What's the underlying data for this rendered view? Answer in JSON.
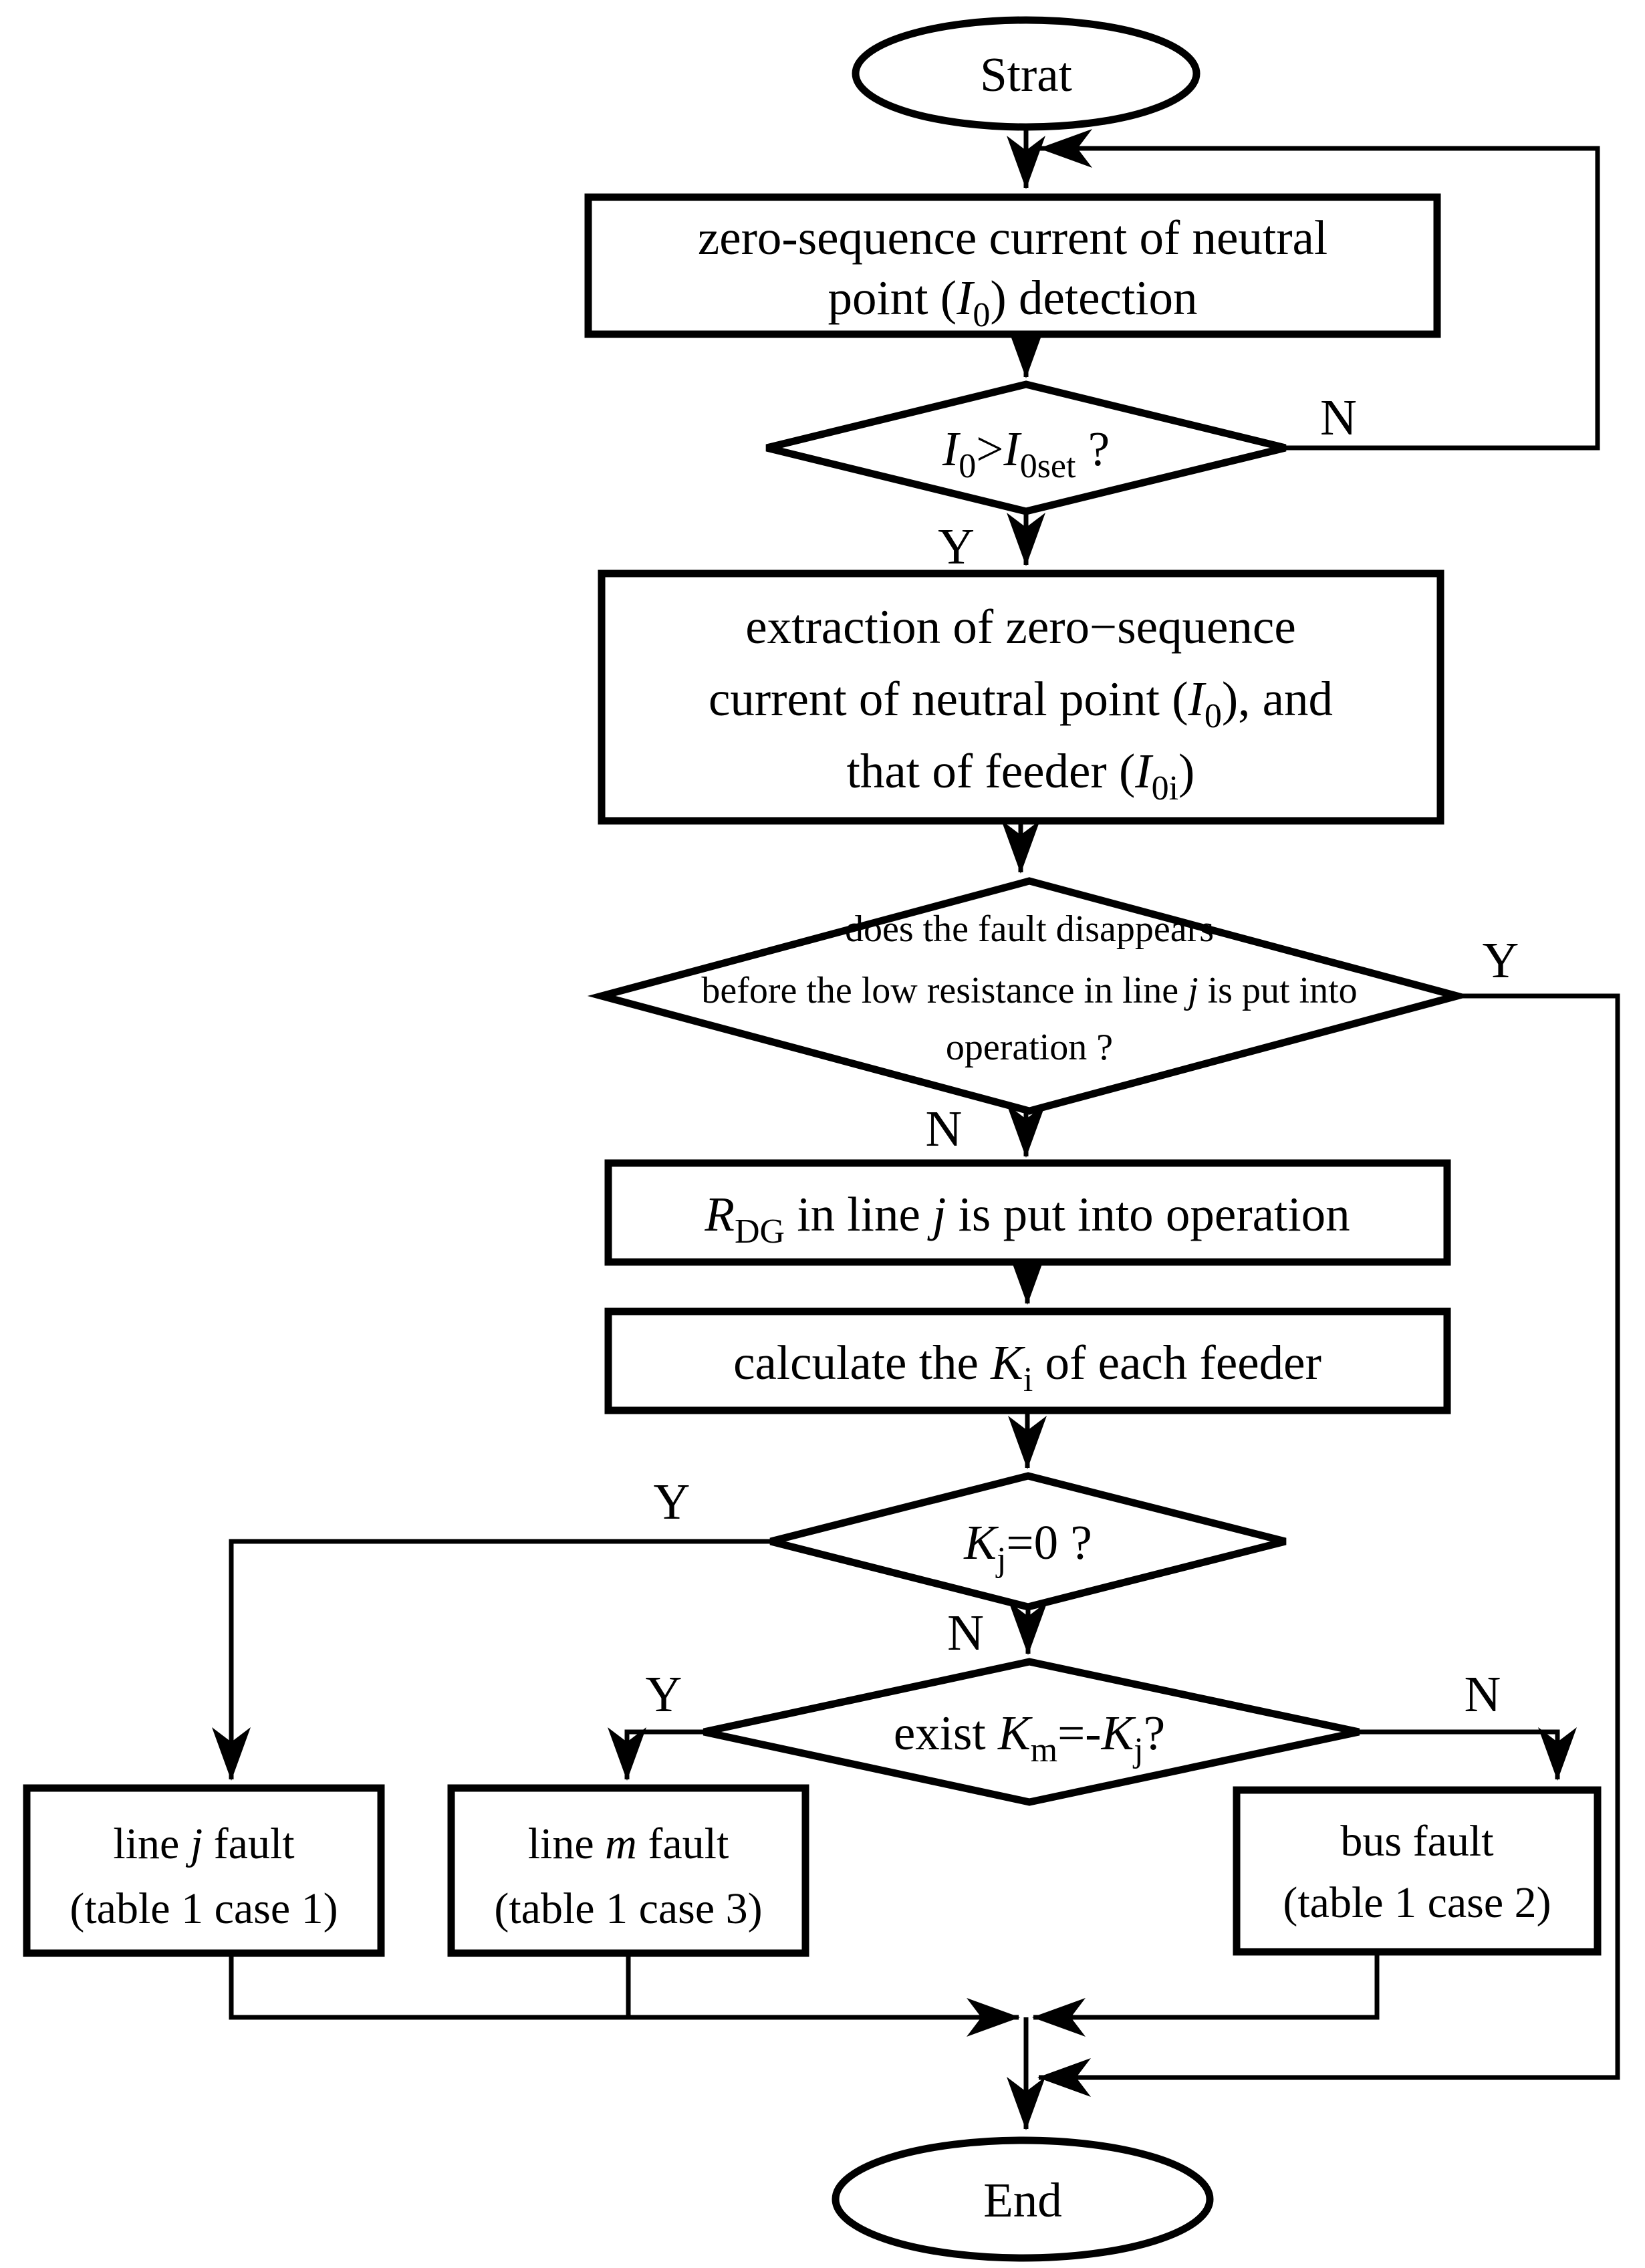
{
  "figure": {
    "type": "flowchart",
    "colors": {
      "background": "#ffffff",
      "ink": "#000000"
    }
  },
  "nodes": {
    "start": {
      "label": "Strat"
    },
    "detect": {
      "line1": "zero-sequence current of neutral",
      "line2": [
        "point (",
        "I",
        "0",
        ") detection"
      ]
    },
    "d1": {
      "expr": [
        "I",
        "0",
        ">",
        "I",
        "0set",
        " ?"
      ],
      "yes": "Y",
      "no": "N"
    },
    "extract": {
      "line1": "extraction of zero−sequence",
      "line2": [
        "current of neutral point (",
        "I",
        "0",
        "), and"
      ],
      "line3": [
        "that of feeder (",
        "I",
        "0i",
        ")"
      ]
    },
    "d2": {
      "line1": "does the fault disappears",
      "line2": [
        "before the low resistance in line ",
        "j",
        " is put into"
      ],
      "line3": "operation ?",
      "yes": "Y",
      "no": "N"
    },
    "rdg": {
      "parts": [
        "R",
        "DG",
        " in line ",
        "j",
        " is put into operation"
      ]
    },
    "calc": {
      "parts": [
        "calculate the ",
        "K",
        "i",
        " of each feeder"
      ]
    },
    "d3": {
      "expr": [
        "K",
        "j",
        "=0 ?"
      ],
      "yes": "Y",
      "no": "N"
    },
    "d4": {
      "expr": [
        "exist ",
        "K",
        "m",
        "=-",
        "K",
        "j",
        "?"
      ],
      "yes": "Y",
      "no": "N"
    },
    "line_j": {
      "line1": [
        "line ",
        "j",
        " fault"
      ],
      "line2": "(table 1 case 1)"
    },
    "line_m": {
      "line1": [
        "line ",
        "m",
        " fault"
      ],
      "line2": "(table 1 case 3)"
    },
    "bus": {
      "line1": "bus fault",
      "line2": "(table 1 case 2)"
    },
    "end": {
      "label": "End"
    }
  }
}
